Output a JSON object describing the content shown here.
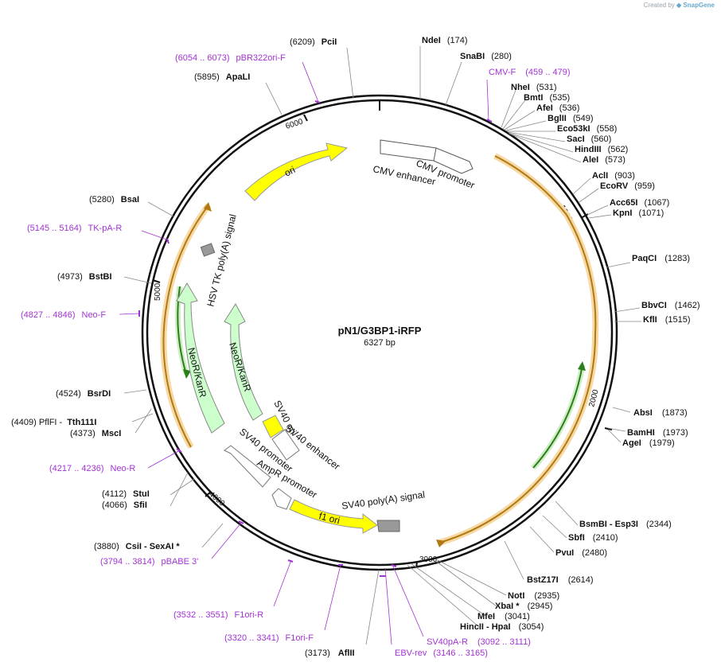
{
  "credit": {
    "created_by": "Created by",
    "app": "SnapGene"
  },
  "plasmid": {
    "name": "pN1/G3BP1-iRFP",
    "length_label": "6327 bp",
    "length": 6327
  },
  "ticks": [
    "1000",
    "2000",
    "3000",
    "4000",
    "5000",
    "6000"
  ],
  "sites": [
    {
      "name": "NdeI",
      "pos": "(174)"
    },
    {
      "name": "SnaBI",
      "pos": "(280)"
    },
    {
      "name": "NheI",
      "pos": "(531)"
    },
    {
      "name": "BmtI",
      "pos": "(535)"
    },
    {
      "name": "AfeI",
      "pos": "(536)"
    },
    {
      "name": "BglII",
      "pos": "(549)"
    },
    {
      "name": "Eco53kI",
      "pos": "(558)"
    },
    {
      "name": "SacI",
      "pos": "(560)"
    },
    {
      "name": "HindIII",
      "pos": "(562)"
    },
    {
      "name": "AleI",
      "pos": "(573)"
    },
    {
      "name": "AclI",
      "pos": "(903)"
    },
    {
      "name": "EcoRV",
      "pos": "(959)"
    },
    {
      "name": "Acc65I",
      "pos": "(1067)"
    },
    {
      "name": "KpnI",
      "pos": "(1071)"
    },
    {
      "name": "PaqCI",
      "pos": "(1283)"
    },
    {
      "name": "BbvCI",
      "pos": "(1462)"
    },
    {
      "name": "KflI",
      "pos": "(1515)"
    },
    {
      "name": "AbsI",
      "pos": "(1873)"
    },
    {
      "name": "BamHI",
      "pos": "(1973)"
    },
    {
      "name": "AgeI",
      "pos": "(1979)"
    },
    {
      "name": "BsmBI - Esp3I",
      "pos": "(2344)"
    },
    {
      "name": "SbfI",
      "pos": "(2410)"
    },
    {
      "name": "PvuI",
      "pos": "(2480)"
    },
    {
      "name": "BstZ17I",
      "pos": "(2614)"
    },
    {
      "name": "NotI",
      "pos": "(2935)"
    },
    {
      "name": "XbaI *",
      "pos": "(2945)"
    },
    {
      "name": "MfeI",
      "pos": "(3041)"
    },
    {
      "name": "HincII - HpaI",
      "pos": "(3054)"
    },
    {
      "name": "AflII",
      "pos": "(3173)"
    },
    {
      "name": "CsiI - SexAI *",
      "pos": "(3880)"
    },
    {
      "name": "StuI",
      "pos": "(4112)"
    },
    {
      "name": "SfiI",
      "pos": "(4066)"
    },
    {
      "name": "Tth111I",
      "pos": "(4409) PflFI -"
    },
    {
      "name": "MscI",
      "pos": "(4373)"
    },
    {
      "name": "BsrDI",
      "pos": "(4524)"
    },
    {
      "name": "BstBI",
      "pos": "(4973)"
    },
    {
      "name": "BsaI",
      "pos": "(5280)"
    },
    {
      "name": "ApaLI",
      "pos": "(5895)"
    },
    {
      "name": "PciI",
      "pos": "(6209)"
    }
  ],
  "primers": [
    {
      "range": "(6054 .. 6073)",
      "name": "pBR322ori-F"
    },
    {
      "range": "(459 .. 479)",
      "name": "CMV-F"
    },
    {
      "range": "(5145 .. 5164)",
      "name": "TK-pA-R"
    },
    {
      "range": "(4827 .. 4846)",
      "name": "Neo-F"
    },
    {
      "range": "(4217 .. 4236)",
      "name": "Neo-R"
    },
    {
      "range": "(3794 .. 3814)",
      "name": "pBABE 3'"
    },
    {
      "range": "(3532 .. 3551)",
      "name": "F1ori-R"
    },
    {
      "range": "(3320 .. 3341)",
      "name": "F1ori-F"
    },
    {
      "range": "(3146 .. 3165)",
      "name": "EBV-rev"
    },
    {
      "range": "(3092 .. 3111)",
      "name": "SV40pA-R"
    }
  ],
  "features": [
    {
      "label": "CMV enhancer",
      "color": "#ffffff"
    },
    {
      "label": "CMV promoter",
      "color": "#ffffff"
    },
    {
      "label": "ori",
      "color": "#ffff00"
    },
    {
      "label": "HSV TK poly(A) signal",
      "color": "#999999"
    },
    {
      "label": "NeoR/KanR",
      "color": "#ccffcc"
    },
    {
      "label": "NeoR/KanR",
      "color": "#ccffcc"
    },
    {
      "label": "SV40 ori",
      "color": "#ffff00"
    },
    {
      "label": "SV40 enhancer",
      "color": "#ffffff"
    },
    {
      "label": "SV40 promoter",
      "color": "#ffffff"
    },
    {
      "label": "AmpR promoter",
      "color": "#ffffff"
    },
    {
      "label": "f1 ori",
      "color": "#ffff00"
    },
    {
      "label": "SV40 poly(A) signal",
      "color": "#999999"
    }
  ],
  "colors": {
    "primer": "#a233d4",
    "orf": "#f5a623",
    "orf_green": "#44aa22",
    "backbone": "#111111"
  }
}
